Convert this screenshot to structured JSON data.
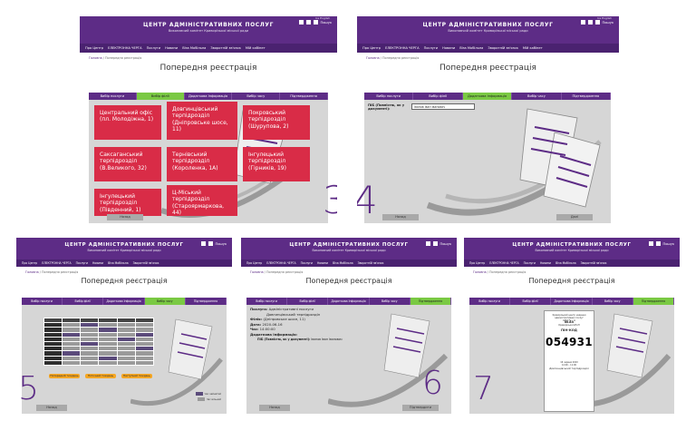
{
  "header": {
    "title": "ЦЕНТР АДМІНІСТРАТИВНИХ ПОСЛУГ",
    "subtitle": "Виконавчий комітет Криворізької міської ради",
    "search_label": "Пошук",
    "lang": "Ua English"
  },
  "nav": [
    "Про Центр",
    "ЕЛЕКТРОННА ЧЕРГА",
    "Послуги",
    "Новини",
    "Віза Мобільна",
    "Зворотній зв'язок",
    "Мій кабінет"
  ],
  "breadcrumb": {
    "home": "Головна",
    "current": "Попередня реєстрація"
  },
  "page_title": "Попередня реєстрація",
  "steps": [
    "Вибір послуги",
    "Вибір філії",
    "Додаткова інформація",
    "Вибір часу",
    "Підтвердження"
  ],
  "buttons": {
    "back": "Назад",
    "next": "Далі"
  },
  "branches": [
    "Центральний офіс (пл. Молодіжна, 1)",
    "Довгинцівський терпідрозділ (Дніпровське шосе, 11)",
    "Покровський терпідрозділ (Шурупова, 2)",
    "Саксаганський терпідрозділ (В.Великого, 32)",
    "Тернівський терпідрозділ (Короленка, 1А)",
    "Інгулецький терпідрозділ (Гірників, 19)",
    "Інгулецький терпідрозділ (Південний, 1)",
    "Ц-Міський терпідрозділ (Староярмаркова, 44)"
  ],
  "panel_numbers": [
    "3",
    "4",
    "5",
    "6",
    "7"
  ],
  "panel2": {
    "field_label": "ПІБ (Повністю, як у документі):",
    "field_value": "Іванов Іван Іванович"
  },
  "panel5": {
    "slot_buttons": [
      "Попередній тиждень",
      "Поточний тиждень",
      "Наступний тиждень"
    ],
    "legend": [
      "Час зайнятий",
      "Час вільний"
    ]
  },
  "panel6": {
    "service_label": "Послуга:",
    "service_value": "Адміністративні послуги",
    "branch_value": "Довгинцівський терпідрозділ",
    "filia_label": "Філія:",
    "filia_value": "(Дніпровське шосе, 11)",
    "date_label": "Дата:",
    "date_value": "2020-06-16",
    "time_label": "Час:",
    "time_value": "14:00:00",
    "extra_label": "Додаткова інформація:",
    "pib_label": "ПІБ (Повністю, як у документі):",
    "pib_value": "Іванов Іван Іванович",
    "confirm": "Підтвердити"
  },
  "panel7": {
    "header": "Криворізький центр надання адміністративних послуг",
    "brand": "\"ВіЗа\"",
    "sub": "Криворізька ЦНАП",
    "pin_label": "ПІН-КОД",
    "code": "054931",
    "date": "16 червня 2020",
    "time": "14:00 - 11:00",
    "branch": "Довгинцівський терпідрозділ"
  },
  "colors": {
    "purple": "#5d2c86",
    "tile_red": "#d92c47",
    "active_green": "#7ac943",
    "slot_orange": "#f5a623"
  }
}
